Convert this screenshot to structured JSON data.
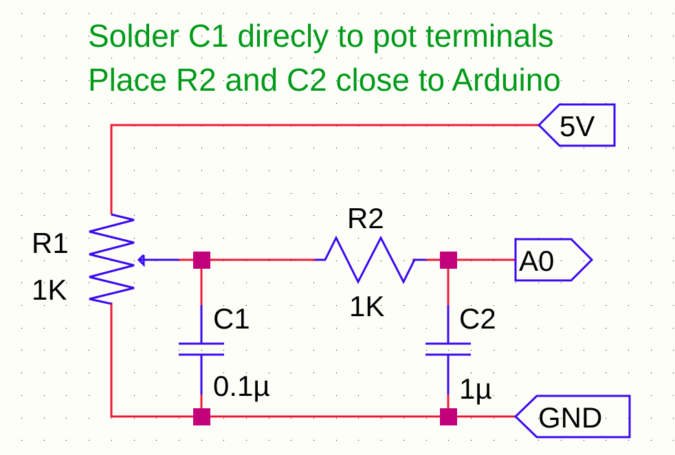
{
  "notes": [
    "Solder C1 direcly to pot terminals",
    "Place R2 and C2 close to Arduino"
  ],
  "ports": {
    "vcc": "5V",
    "analog": "A0",
    "ground": "GND"
  },
  "components": {
    "R1": {
      "ref": "R1",
      "value": "1K",
      "type": "potentiometer"
    },
    "R2": {
      "ref": "R2",
      "value": "1K",
      "type": "resistor"
    },
    "C1": {
      "ref": "C1",
      "value": "0.1µ",
      "type": "capacitor"
    },
    "C2": {
      "ref": "C2",
      "value": "1µ",
      "type": "capacitor"
    }
  },
  "colors": {
    "wire": "#ec1a3a",
    "part": "#3a0af0",
    "junction": "#c2007a",
    "note": "#009a1a",
    "background": "#fefef8"
  }
}
